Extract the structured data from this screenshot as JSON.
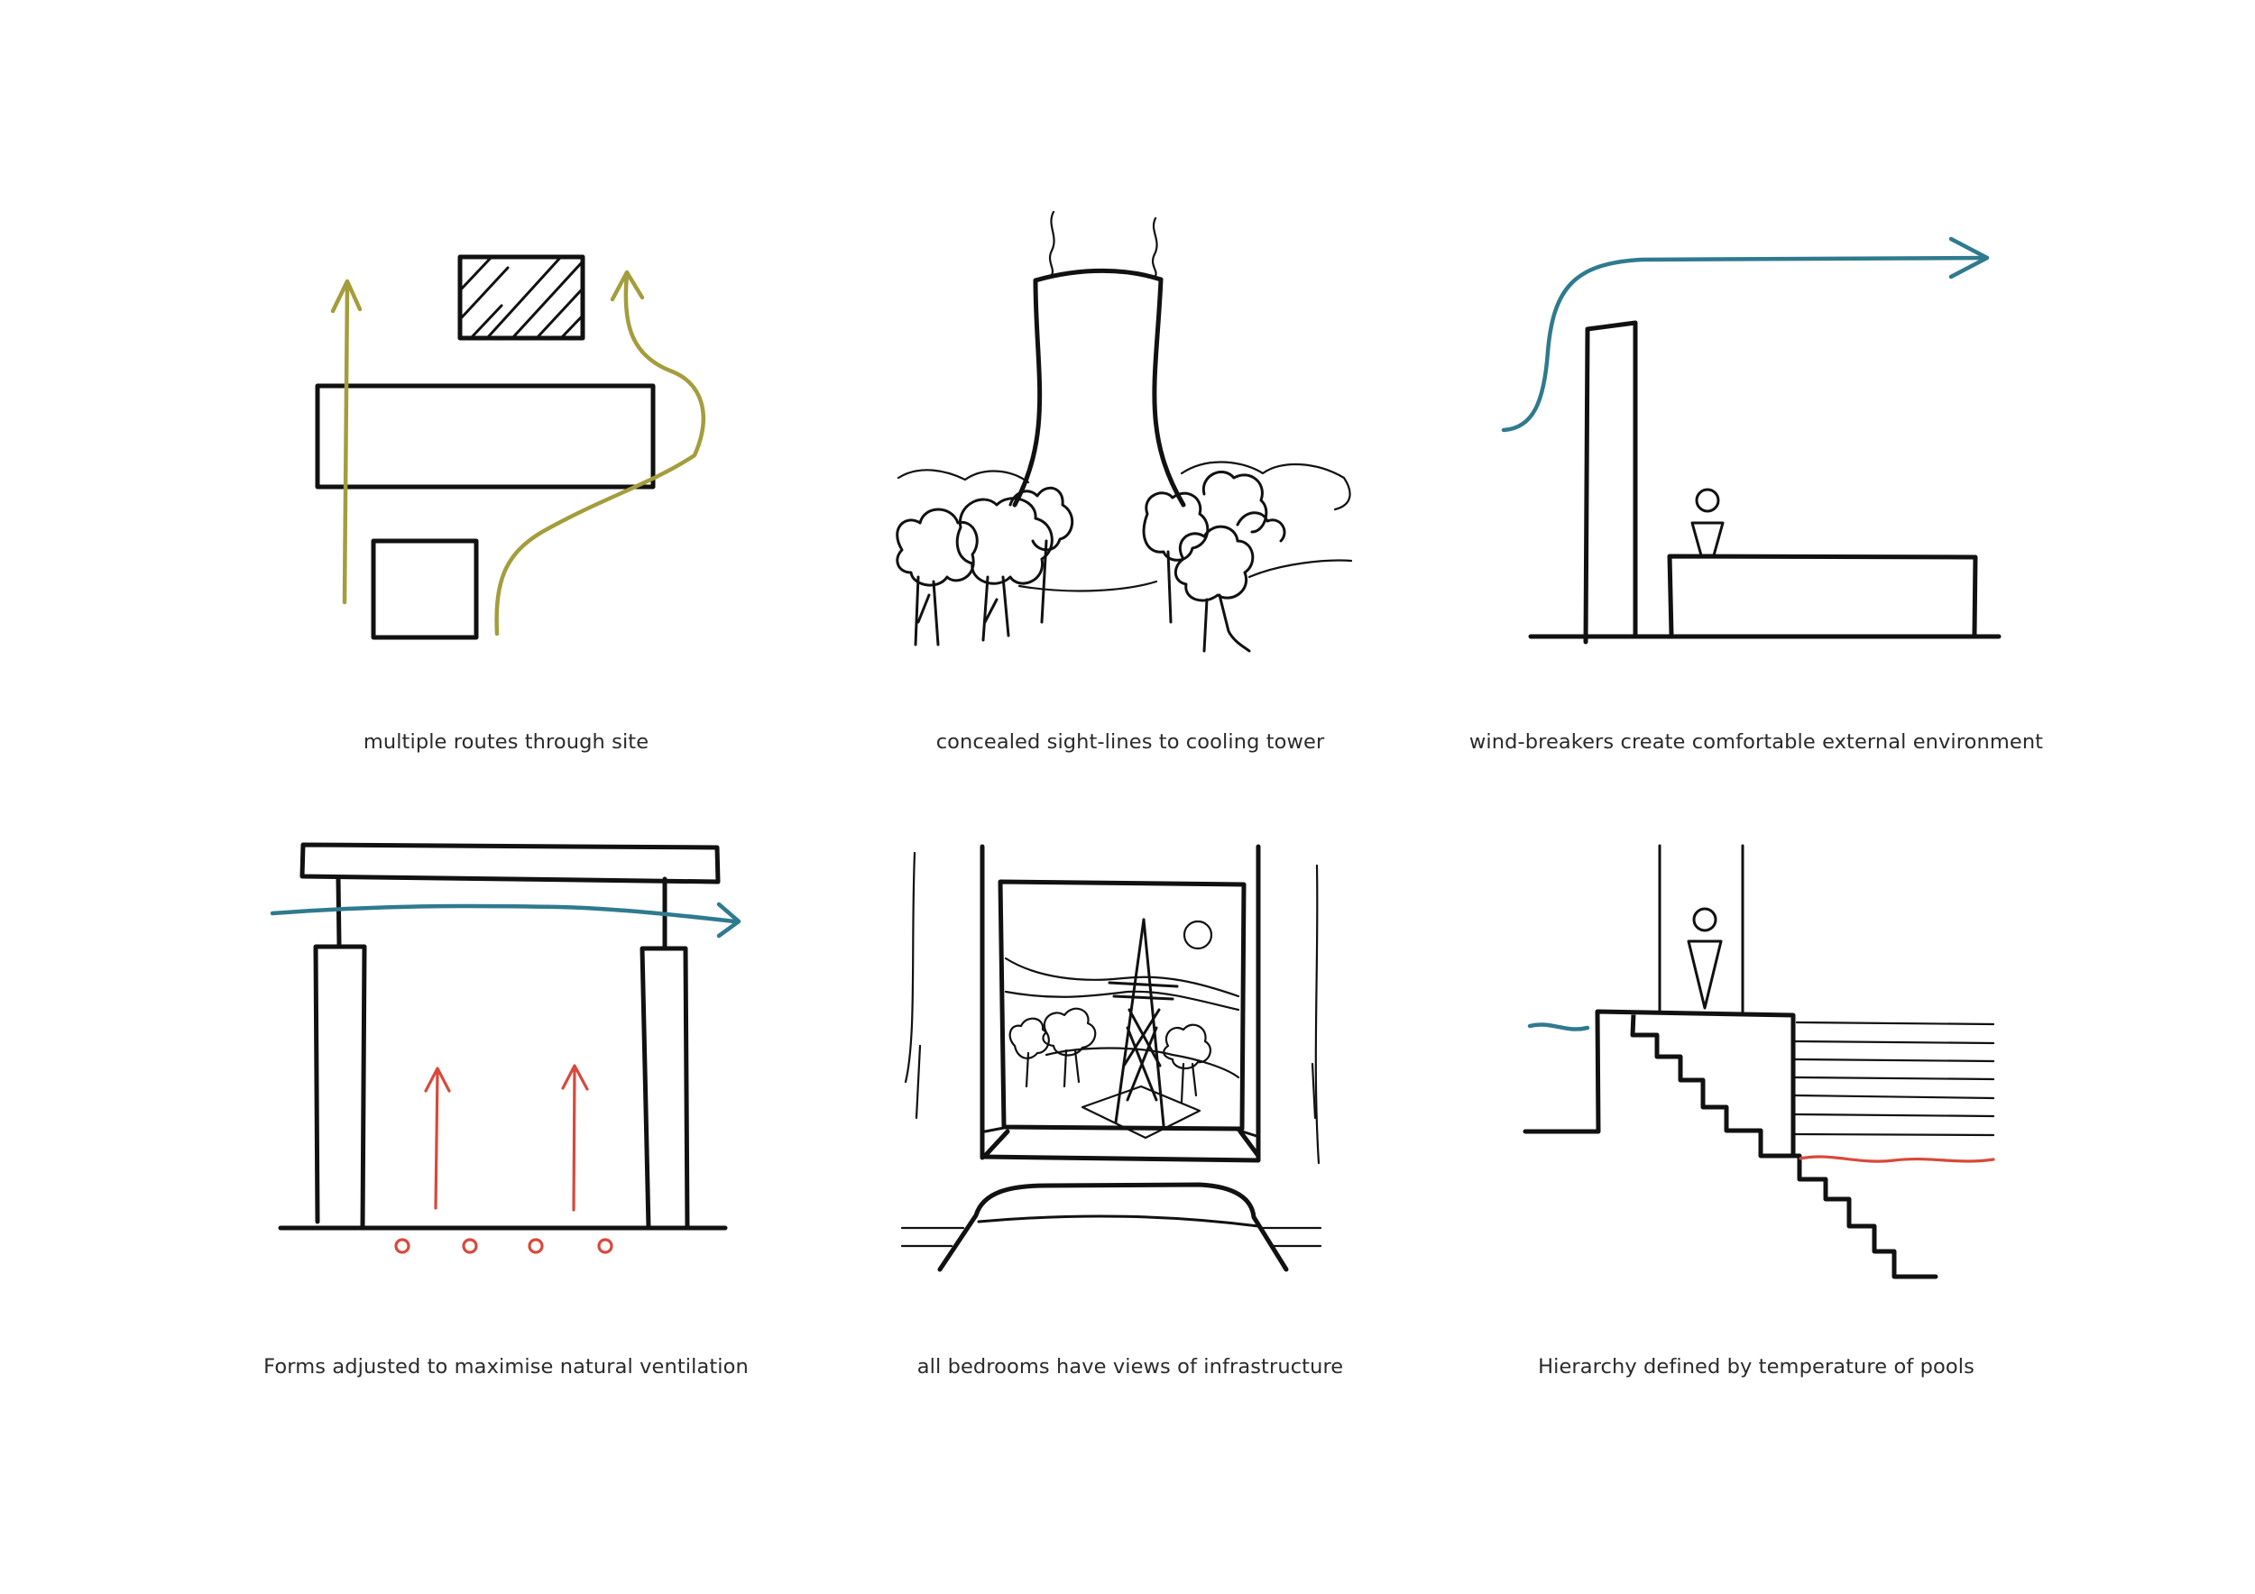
{
  "colors": {
    "ink": "#111111",
    "route": "#a49d3c",
    "wind": "#2f7a8e",
    "heat": "#d9483b",
    "caption": "#2a2a2a"
  },
  "panels": [
    {
      "id": "routes",
      "caption": "multiple routes through site"
    },
    {
      "id": "cooling-tower",
      "caption": "concealed sight-lines to cooling tower"
    },
    {
      "id": "wind-breakers",
      "caption": "wind-breakers create comfortable external environment"
    },
    {
      "id": "ventilation",
      "caption": "Forms adjusted to maximise natural ventilation"
    },
    {
      "id": "bedroom-views",
      "caption": "all bedrooms have views of infrastructure"
    },
    {
      "id": "pools",
      "caption": "Hierarchy defined by temperature of pools"
    }
  ]
}
